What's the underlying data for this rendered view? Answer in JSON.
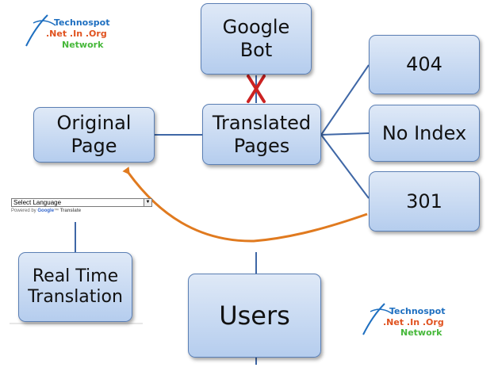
{
  "nodes": {
    "google_bot": "Google\nBot",
    "original_page": "Original\nPage",
    "translated_pages": "Translated\nPages",
    "r404": "404",
    "no_index": "No Index",
    "r301": "301",
    "real_time": "Real Time\nTranslation",
    "users": "Users"
  },
  "logo": {
    "line1": "Technospot",
    "line2": ".Net .In .Org",
    "line3": "Network"
  },
  "translate_widget": {
    "select_value": "Select Language",
    "powered_by": "Powered by",
    "brand": "Google",
    "tm": "™",
    "product": "Translate"
  },
  "colors": {
    "box_border": "#5b7fb4",
    "connector": "#3f67a6",
    "blocked_mark": "#cc2222",
    "redirect_arrow": "#e07a1f"
  }
}
